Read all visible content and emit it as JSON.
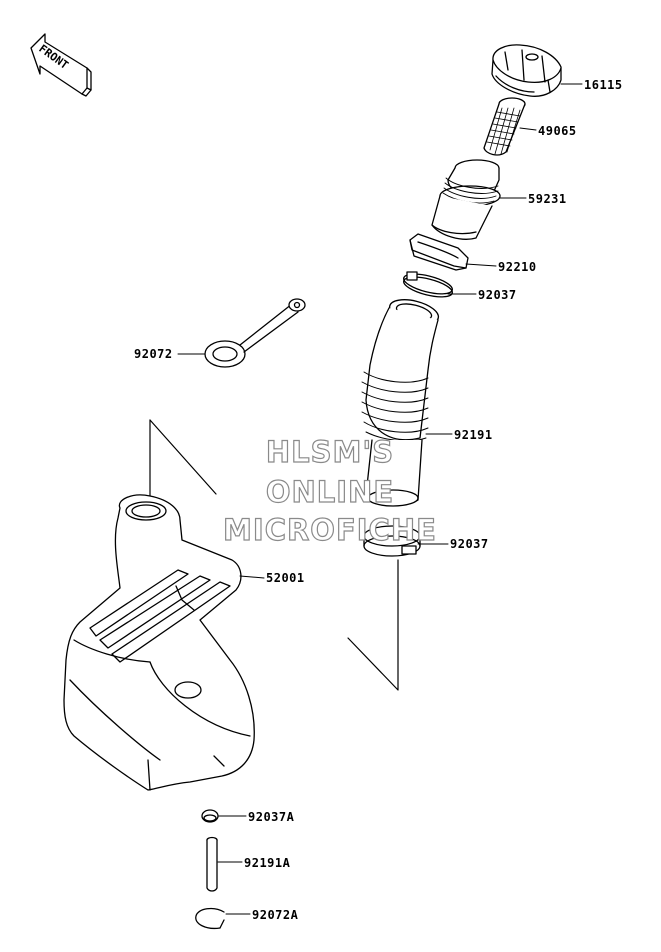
{
  "front_label": "FRONT",
  "watermark": {
    "line1": "HLSM'S",
    "line2": "ONLINE",
    "line3": "MICROFICHE"
  },
  "parts": [
    {
      "id": "p16115",
      "number": "16115"
    },
    {
      "id": "p49065",
      "number": "49065"
    },
    {
      "id": "p59231",
      "number": "59231"
    },
    {
      "id": "p92210",
      "number": "92210"
    },
    {
      "id": "p92037_top",
      "number": "92037"
    },
    {
      "id": "p92072",
      "number": "92072"
    },
    {
      "id": "p92191",
      "number": "92191"
    },
    {
      "id": "p92037_bottom",
      "number": "92037"
    },
    {
      "id": "p52001",
      "number": "52001"
    },
    {
      "id": "p92037A",
      "number": "92037A"
    },
    {
      "id": "p92191A",
      "number": "92191A"
    },
    {
      "id": "p92072A",
      "number": "92072A"
    }
  ]
}
